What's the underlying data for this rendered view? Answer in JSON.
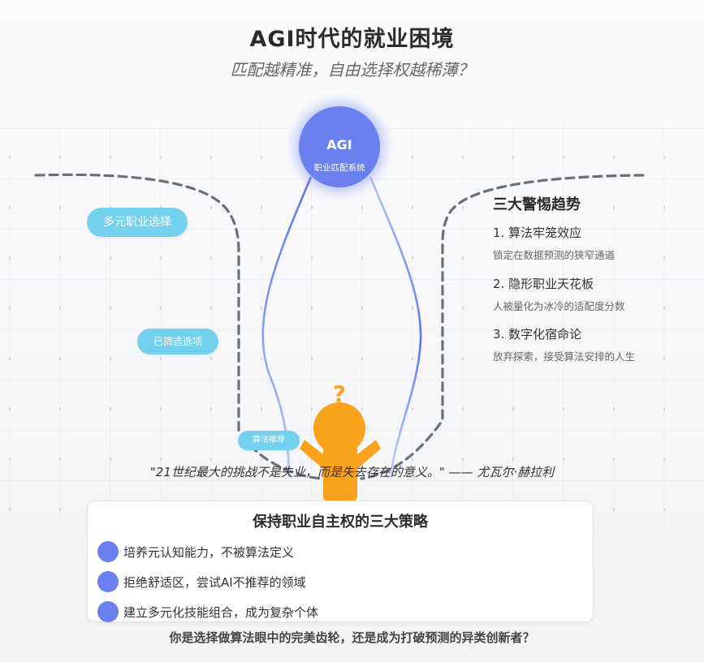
{
  "header": {
    "title": "AGI时代的就业困境",
    "subtitle": "匹配越精准，自由选择权越稀薄？"
  },
  "agi_node": {
    "name": "AGI",
    "sublabel": "职业匹配系统",
    "color": "#6a80ef"
  },
  "funnel_stages": [
    {
      "label": "多元职业选择"
    },
    {
      "label": "已筛选选项"
    },
    {
      "label": "算法推荐"
    }
  ],
  "figure": {
    "symbol": "?",
    "color": "#f9a21c"
  },
  "trends": {
    "title": "三大警惕趋势",
    "items": [
      {
        "head": "1. 算法牢笼效应",
        "desc": "锁定在数据预测的狭窄通道"
      },
      {
        "head": "2. 隐形职业天花板",
        "desc": "人被量化为冰冷的适配度分数"
      },
      {
        "head": "3. 数字化宿命论",
        "desc": "放弃探索，接受算法安排的人生"
      }
    ]
  },
  "quote": "\"21世纪最大的挑战不是失业，而是失去存在的意义。\" —— 尤瓦尔·赫拉利",
  "strategies": {
    "title": "保持职业自主权的三大策略",
    "items": [
      "培养元认知能力，不被算法定义",
      "拒绝舒适区，尝试AI不推荐的领域",
      "建立多元化技能组合，成为复杂个体"
    ]
  },
  "closing_question": "你是选择做算法眼中的完美齿轮，还是成为打破预测的异类创新者？",
  "colors": {
    "accent_blue": "#6a80ef",
    "pill_cyan": "#74d1ee",
    "figure_orange": "#f9a21c",
    "funnel_gray": "#6b6f78"
  }
}
